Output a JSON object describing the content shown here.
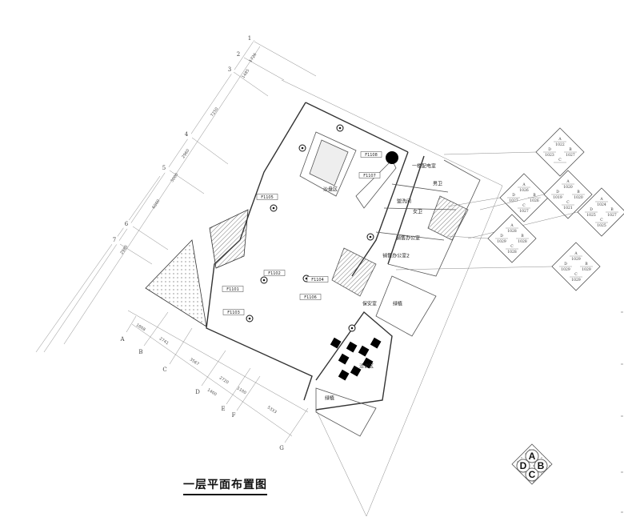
{
  "drawing": {
    "title": "一层平面布置图"
  },
  "grid_axes_numeric": [
    "1",
    "2",
    "3",
    "4",
    "5",
    "6",
    "7"
  ],
  "grid_axes_alpha": [
    "A",
    "B",
    "C",
    "D",
    "E",
    "F",
    "G"
  ],
  "dimensions_numeric": [
    "1726",
    "1485",
    "7250",
    "2960",
    "3000",
    "6000",
    "2985"
  ],
  "dimensions_alpha": [
    "1808",
    "2741",
    "3567",
    "2720",
    "1400",
    "1100",
    "5333"
  ],
  "rooms": [
    "一楼配电室",
    "男卫",
    "盥洗间",
    "女卫",
    "销售办公室",
    "销售办公室2",
    "沙盘区",
    "保安室",
    "绿植",
    "绿植",
    "洽谈区"
  ],
  "tags": [
    "F1108",
    "F1107",
    "F1105",
    "F1102",
    "F1104",
    "F1106",
    "F1101",
    "F1103"
  ],
  "elevation_legends": [
    {
      "A": "1022",
      "B": "1027",
      "C": "",
      "D": "1023"
    },
    {
      "A": "1026",
      "B": "1026",
      "C": "1027",
      "D": "1027"
    },
    {
      "A": "1020",
      "B": "1020",
      "C": "1021",
      "D": "1019"
    },
    {
      "A": "1024",
      "B": "1027",
      "C": "1025",
      "D": "1025"
    },
    {
      "A": "1028",
      "B": "1028",
      "C": "1028",
      "D": "1029"
    },
    {
      "A": "1029",
      "B": "1029",
      "C": "1029",
      "D": "1029"
    }
  ],
  "key_symbol": {
    "A": "A",
    "B": "B",
    "C": "C",
    "D": "D"
  }
}
